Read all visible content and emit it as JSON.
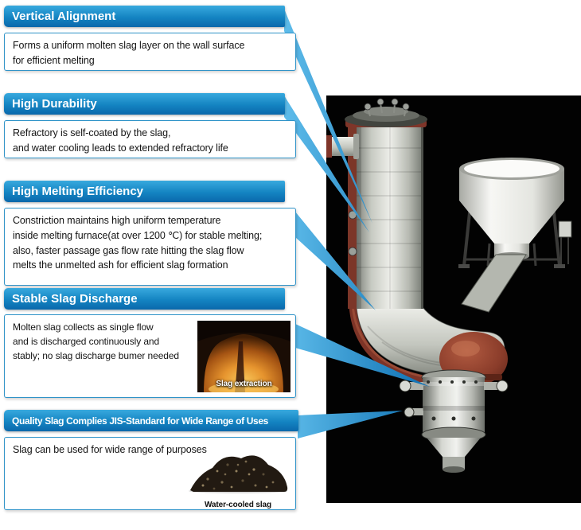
{
  "callouts": [
    {
      "title": "Vertical Alignment",
      "body": "Forms a uniform molten slag layer on the wall surface\nfor efficient melting"
    },
    {
      "title": "High Durability",
      "body": "Refractory is self-coated by the slag,\nand water cooling leads to extended refractory life"
    },
    {
      "title": "High Melting Efficiency",
      "body": "Constriction maintains high uniform temperature\ninside melting furnace(at over 1200 ℃) for stable melting;\nalso, faster passage gas flow rate hitting the slag flow\nmelts the unmelted ash for efficient slag formation"
    },
    {
      "title": "Stable Slag Discharge",
      "body": "Molten slag collects as single flow\nand is discharged continuously and\nstably; no slag discharge bumer needed",
      "image_caption": "Slag extraction"
    },
    {
      "title": "Quality Slag Complies JIS-Standard for Wide Range of Uses",
      "body": "Slag can be used for wide range of purposes",
      "image_caption": "Water-cooled slag"
    }
  ],
  "colors": {
    "header_top": "#38a9de",
    "header_bottom": "#0a68ab",
    "body_border": "#2f93c8",
    "connector_light": "#5fbdeb",
    "connector_dark": "#0b6db0",
    "furnace_background": "#000000"
  }
}
